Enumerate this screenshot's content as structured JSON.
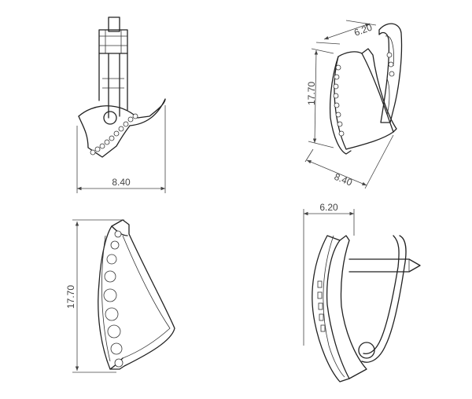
{
  "dimensions": {
    "front_width": "8.40",
    "iso_depth": "6.20",
    "iso_height": "17.70",
    "iso_width": "8.40",
    "side_height": "17.70",
    "profile_depth": "6.20"
  },
  "colors": {
    "line": "#222222",
    "dimension": "#444444",
    "background": "#ffffff"
  }
}
